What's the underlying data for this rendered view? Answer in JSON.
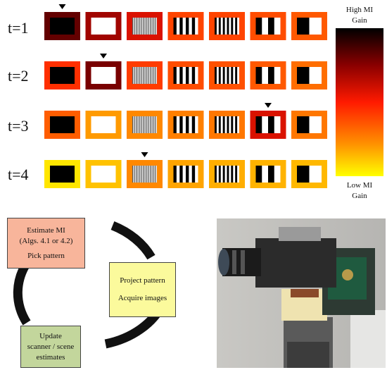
{
  "rows": [
    {
      "label": "t=1",
      "mi": [
        0.18,
        0.3,
        0.42,
        0.6,
        0.6,
        0.62,
        0.65
      ],
      "selected": 0
    },
    {
      "label": "t=2",
      "mi": [
        0.55,
        0.22,
        0.58,
        0.62,
        0.63,
        0.65,
        0.7
      ],
      "selected": 1
    },
    {
      "label": "t=3",
      "mi": [
        0.66,
        0.8,
        0.76,
        0.74,
        0.72,
        0.42,
        0.72
      ],
      "selected": 5
    },
    {
      "label": "t=4",
      "mi": [
        0.95,
        0.88,
        0.76,
        0.82,
        0.84,
        0.85,
        0.86
      ],
      "selected": 2
    }
  ],
  "patterns": [
    "solid-black",
    "solid-white",
    "fine-stripes",
    "stripes-6",
    "stripes-10",
    "stripes-4",
    "stripes-2"
  ],
  "legend": {
    "high_line1": "High MI",
    "high_line2": "Gain",
    "low_line1": "Low MI",
    "low_line2": "Gain"
  },
  "cycle": {
    "estimate": {
      "line1": "Estimate MI",
      "line2": "(Algs. 4.1 or 4.2)",
      "line3": "Pick pattern"
    },
    "project": {
      "line1": "Project pattern",
      "line2": "Acquire images"
    },
    "update": {
      "line1": "Update",
      "line2": "scanner / scene",
      "line3": "estimates"
    }
  },
  "colors": {
    "estimate_box": "#f8b59b",
    "project_box": "#fbfa9c",
    "update_box": "#c3d69c"
  }
}
